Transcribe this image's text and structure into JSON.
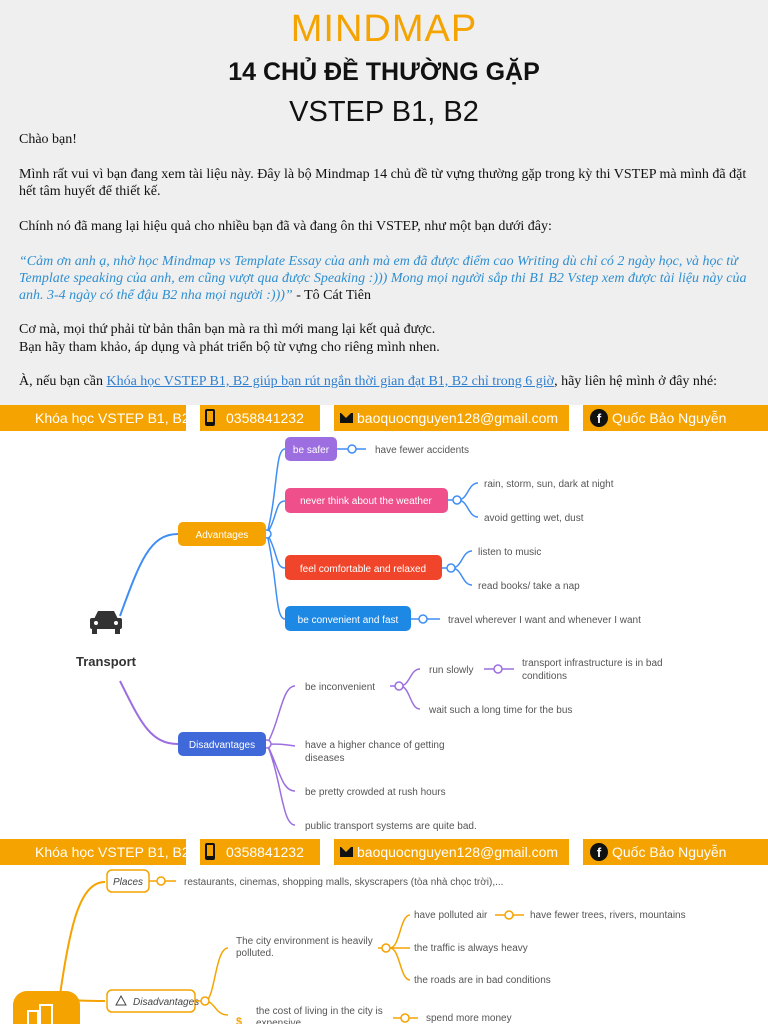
{
  "header": {
    "title": "MINDMAP",
    "subtitle": "14 CHỦ ĐỀ THƯỜNG GẶP",
    "exam": "VSTEP B1, B2"
  },
  "intro": {
    "greeting": "Chào bạn!",
    "para1": "Mình rất vui vì bạn đang xem tài liệu này. Đây là bộ Mindmap 14 chủ đề từ vựng thường gặp trong kỳ thi VSTEP mà mình đã đặt hết tâm huyết để thiết kế.",
    "para2": "Chính nó đã mang lại hiệu quả cho nhiều bạn đã và đang ôn thi VSTEP, như một bạn dưới đây:",
    "quote": "“Cảm ơn anh ạ, nhờ học Mindmap vs Template Essay của anh mà em đã được điểm cao Writing dù chỉ có 2 ngày học, và học từ Template speaking của anh, em cũng vượt qua được Speaking :))) Mong mọi người sắp thi B1 B2 Vstep xem được tài liệu này của anh. 3-4 ngày có thể đậu B2 nha mọi người :)))”",
    "quote_author": " - Tô Cát Tiên",
    "para3a": "Cơ mà, mọi thứ phải từ bản thân bạn mà ra thì mới mang lại kết quả được.",
    "para3b": "Bạn hãy tham khảo, áp dụng và phát triển bộ từ vựng cho riêng mình nhen.",
    "para4_pre": "À, nếu bạn cần ",
    "para4_link": "Khóa học VSTEP B1, B2 giúp bạn rút ngắn thời gian đạt B1, B2 chỉ trong 6 giờ",
    "para4_post": ", hãy liên hệ mình ở đây nhé:"
  },
  "contact": {
    "course": "Khóa học VSTEP B1, B2",
    "phone": "0358841232",
    "email": "baoquocnguyen128@gmail.com",
    "facebook": "Quốc Bảo Nguyễn"
  },
  "mindmap1": {
    "topic": "Transport",
    "advantages": "Advantages",
    "disadvantages": "Disadvantages",
    "adv1": "be safer",
    "adv1_leaf": "have fewer accidents",
    "adv2": "never think about the weather",
    "adv2_leaf1": "rain, storm, sun, dark at night",
    "adv2_leaf2": "avoid getting wet, dust",
    "adv3": "feel comfortable and relaxed",
    "adv3_leaf1": "listen to music",
    "adv3_leaf2": "read books/ take a nap",
    "adv4": "be convenient and fast",
    "adv4_leaf": "travel wherever I want and whenever I want",
    "dis1": "be inconvenient",
    "dis1_sub1": "run slowly",
    "dis1_sub1_leaf_a": "transport infrastructure is in bad",
    "dis1_sub1_leaf_b": "conditions",
    "dis1_sub2": "wait such a long time for the bus",
    "dis2a": "have a higher chance of getting",
    "dis2b": "diseases",
    "dis3": "be pretty crowded at rush hours",
    "dis4": "public transport systems are quite bad."
  },
  "mindmap2": {
    "places": "Places",
    "places_leaf": "restaurants, cinemas, shopping malls, skyscrapers (tòa nhà chọc trời),...",
    "disadvantages": "Disadvantages",
    "env_a": "The city environment is heavily",
    "env_b": "polluted.",
    "env_leaf1": "have polluted air",
    "env_leaf1_sub": "have fewer trees, rivers, mountains",
    "env_leaf2": "the traffic is always heavy",
    "env_leaf3": "the roads are in bad conditions",
    "cost_a": "the cost of living in the city is",
    "cost_b": "expensive",
    "cost_leaf": "spend more money"
  },
  "colors": {
    "brand": "#f5a300",
    "quote": "#2f8fd0",
    "purple": "#9c6ee0",
    "pink": "#ef4f8a",
    "red": "#f0452a",
    "blue": "#1e88e5",
    "navy": "#3f68d8"
  }
}
